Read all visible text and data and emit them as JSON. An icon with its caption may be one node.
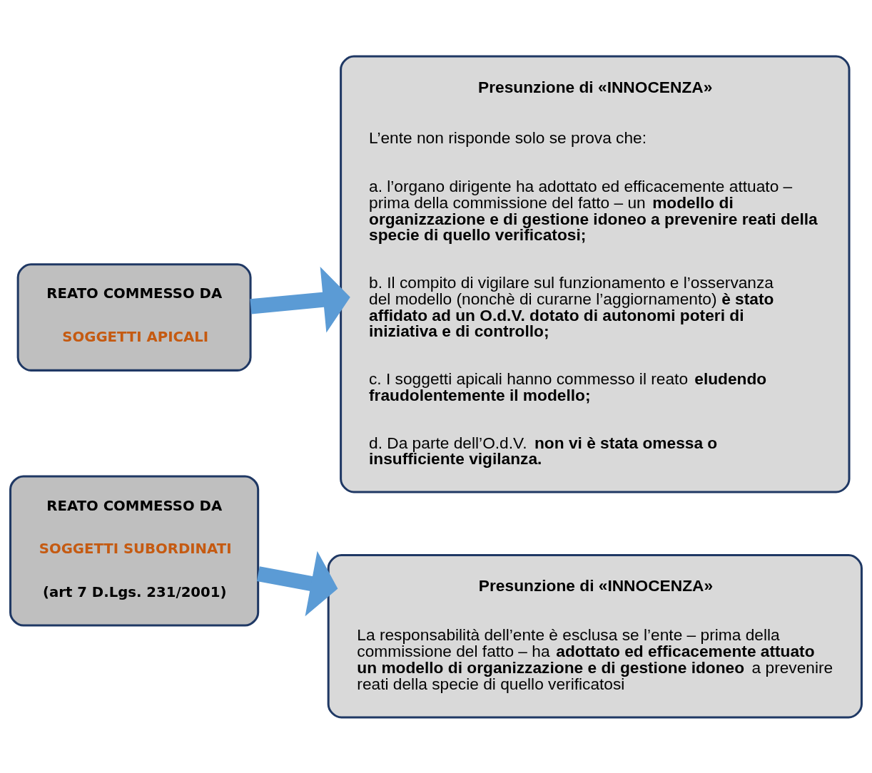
{
  "diagram": {
    "nodes": [
      {
        "text": [
          "REATO COMMESSO DA",
          "SOGGETTI APICALI"
        ]
      },
      {
        "text": [
          "Presunzione di «INNOCENZA»",
          "L’ente non risponde solo se prova che:",
          "a. l’organo dirigente ha adottato ed efficacemente attuato – prima della commissione del fatto – un **modello di organizzazione e di gestione idoneo a prevenire reati della specie di quello verificatosi;**",
          "b. Il compito di vigilare sul funzionamento e l’osservanza del modello (nonchè di curarne l’aggiornamento) **è stato affidato ad un O.d.V. dotato di autonomi poteri di iniziativa e di controllo;**",
          "c. I soggetti apicali hanno commesso il reato **eludendo fraudolentemente il modello;**",
          "d. Da parte dell’O.d.V. **non vi è stata omessa o insufficiente vigilanza.**"
        ]
      },
      {
        "text": [
          "REATO COMMESSO DA",
          "SOGGETTI SUBORDINATI",
          "(art 7 D.Lgs. 231/2001)"
        ]
      },
      {
        "text": [
          "Presunzione di «INNOCENZA»",
          "La responsabilità dell’ente è esclusa se l’ente – prima della commissione del fatto – ha **adottato ed efficacemente attuato un modello di organizzazione e di gestione idoneo** a prevenire reati della specie di quello verificatosi"
        ]
      }
    ],
    "edges": [
      {
        "from": 0,
        "to": 1,
        "arrow": "to"
      },
      {
        "from": 2,
        "to": 3,
        "arrow": "to"
      }
    ]
  }
}
